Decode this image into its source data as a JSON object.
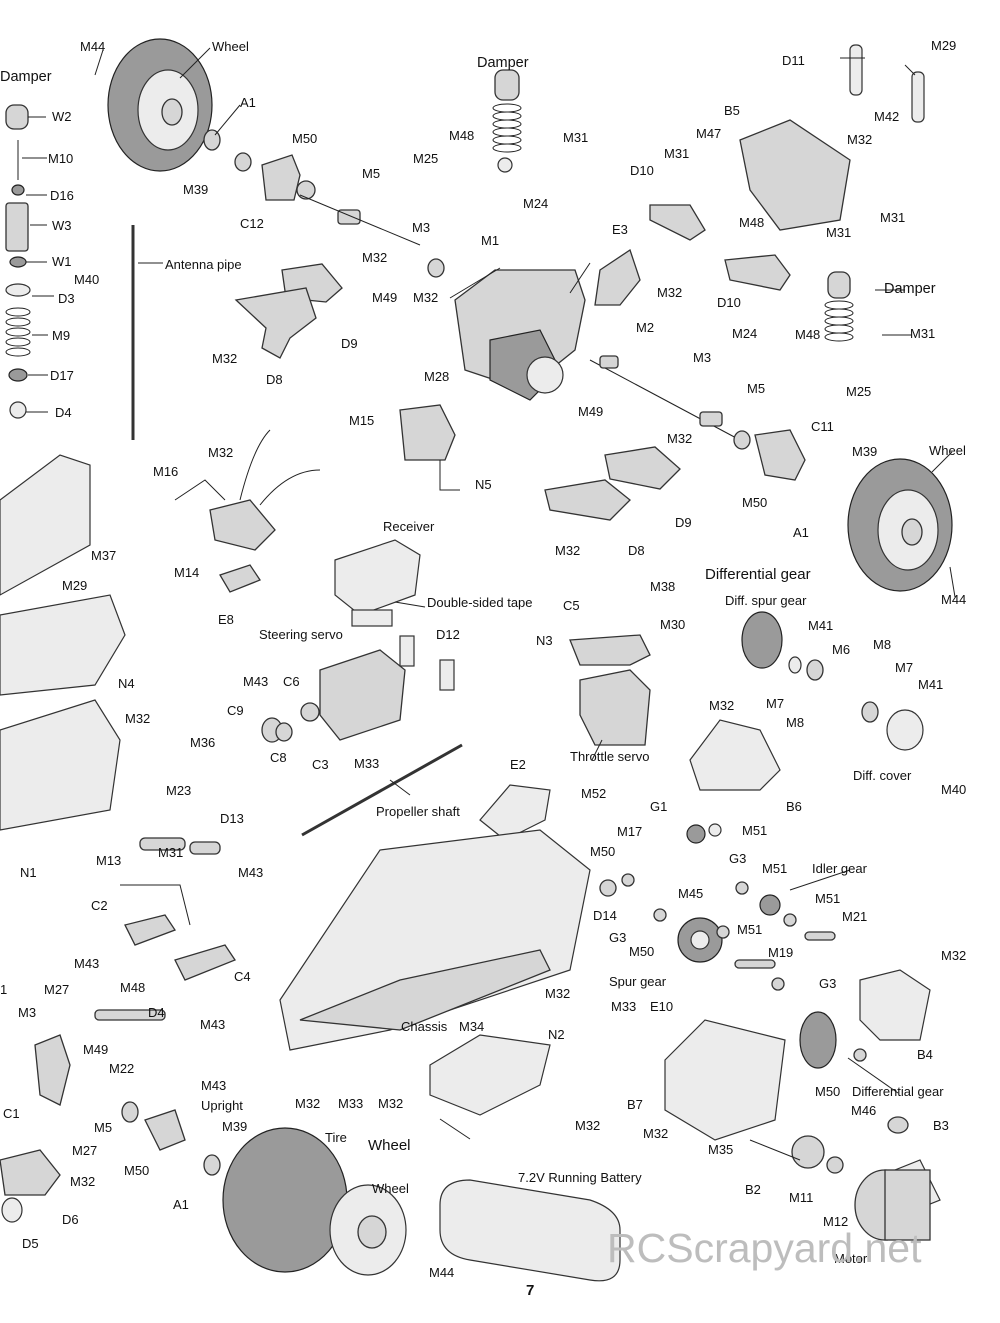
{
  "page_number": "7",
  "watermark": "RCScrapyard.net",
  "labels": {
    "damper_left": "Damper",
    "w2": "W2",
    "m10": "M10",
    "d16": "D16",
    "w3": "W3",
    "w1": "W1",
    "m40_a": "M40",
    "d3": "D3",
    "m9": "M9",
    "d17": "D17",
    "d4_a": "D4",
    "m44_top": "M44",
    "wheel_top_left": "Wheel",
    "a1_top": "A1",
    "m39_top": "M39",
    "m50_top": "M50",
    "c12": "C12",
    "m5_top": "M5",
    "m25_top": "M25",
    "damper_top": "Damper",
    "m48_top": "M48",
    "m31_top": "M31",
    "m24_top": "M24",
    "m3_top": "M3",
    "m1": "M1",
    "m32_d9": "M32",
    "m49_top": "M49",
    "m32_m1": "M32",
    "antenna_pipe": "Antenna pipe",
    "d9_top": "D9",
    "m32_left_top": "M32",
    "d8_top": "D8",
    "d11": "D11",
    "m29_top": "M29",
    "b5": "B5",
    "m42": "M42",
    "m47": "M47",
    "m32_b5": "M32",
    "m31_d10": "M31",
    "d10_top": "D10",
    "m48_b5": "M48",
    "m31_b5": "M31",
    "m31_d10b": "M31",
    "e3": "E3",
    "m32_e3": "M32",
    "d10_bottom": "D10",
    "damper_right": "Damper",
    "m2": "M2",
    "m24_right": "M24",
    "m48_right": "M48",
    "m31_right": "M31",
    "m3_right": "M3",
    "m5_right": "M5",
    "m25_right": "M25",
    "m49_right": "M49",
    "m28": "M28",
    "m15": "M15",
    "n5": "N5",
    "m32_d9b": "M32",
    "c11": "C11",
    "m39_right": "M39",
    "wheel_right": "Wheel",
    "m50_right": "M50",
    "a1_right": "A1",
    "d9_bottom": "D9",
    "m32_d8b": "M32",
    "d8_bottom": "D8",
    "m44_right": "M44",
    "m16": "M16",
    "m32_wire": "M32",
    "m14": "M14",
    "e8": "E8",
    "m37": "M37",
    "m29_left": "M29",
    "n4": "N4",
    "m32_n1": "M32",
    "n1": "N1",
    "receiver": "Receiver",
    "double_sided_tape": "Double-sided tape",
    "steering_servo": "Steering servo",
    "d12": "D12",
    "m43_c6": "M43",
    "c6": "C6",
    "c9": "C9",
    "m36": "M36",
    "c3": "C3",
    "m33_servo": "M33",
    "c8": "C8",
    "m38": "M38",
    "c5": "C5",
    "m30": "M30",
    "n3": "N3",
    "throttle_servo": "Throttle servo",
    "differential_gear_title": "Differential gear",
    "diff_spur_gear": "Diff. spur gear",
    "m41_a": "M41",
    "m6": "M6",
    "m8_a": "M8",
    "m7_a": "M7",
    "m41_b": "M41",
    "m7_b": "M7",
    "m8_b": "M8",
    "diff_cover": "Diff. cover",
    "m40_b": "M40",
    "m32_b6": "M32",
    "b6": "B6",
    "m23": "M23",
    "d13": "D13",
    "propeller_shaft": "Propeller shaft",
    "e2": "E2",
    "m52": "M52",
    "m13": "M13",
    "m31_c4": "M31",
    "m43_d13": "M43",
    "c2": "C2",
    "m43_c2": "M43",
    "m48_c4": "M48",
    "c4": "C4",
    "m43_c4": "M43",
    "g1": "G1",
    "m17": "M17",
    "m51_a": "M51",
    "m50_g": "M50",
    "g3_a": "G3",
    "m51_b": "M51",
    "idler_gear": "Idler gear",
    "m45": "M45",
    "d14": "D14",
    "m51_c": "M51",
    "m21": "M21",
    "g3_b": "G3",
    "m50_spur": "M50",
    "m51_d": "M51",
    "m19": "M19",
    "spur_gear": "Spur gear",
    "g3_c": "G3",
    "m32_b4": "M32",
    "b4": "B4",
    "chassis": "Chassis",
    "m34": "M34",
    "m32_chassis_r": "M32",
    "m32_chassis_a": "M32",
    "m33_chassis": "M33",
    "m32_chassis_b": "M32",
    "n2": "N2",
    "m32_n2": "M32",
    "m33_b7": "M33",
    "e10": "E10",
    "b7": "B7",
    "m50_diff": "M50",
    "differential_gear_b4": "Differential gear",
    "m46": "M46",
    "b3": "B3",
    "m32_b7": "M32",
    "m35": "M35",
    "b2": "B2",
    "m11": "M11",
    "m12": "M12",
    "motor": "Motor",
    "m27_a": "M27",
    "m3_left": "M3",
    "one": "1",
    "d4_b": "D4",
    "m49_left": "M49",
    "m22": "M22",
    "m43_upright": "M43",
    "upright": "Upright",
    "c1": "C1",
    "m5_left": "M5",
    "m39_left": "M39",
    "m27_b": "M27",
    "m50_left": "M50",
    "m32_d6": "M32",
    "d6": "D6",
    "d5": "D5",
    "a1_left": "A1",
    "tire": "Tire",
    "wheel_bottom_title": "Wheel",
    "wheel_bottom": "Wheel",
    "m44_bottom": "M44",
    "running_battery": "7.2V Running Battery"
  }
}
